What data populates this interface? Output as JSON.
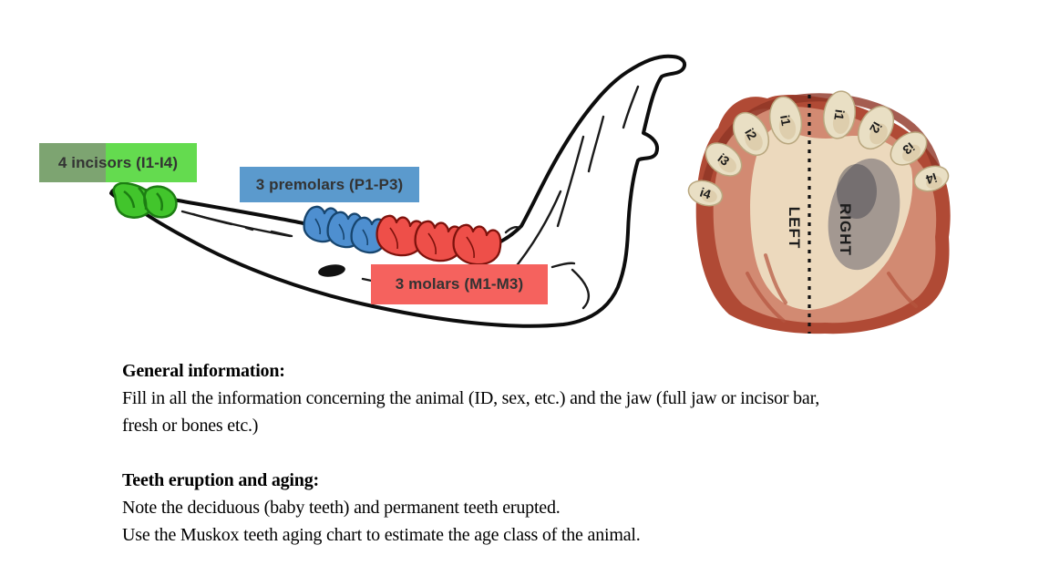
{
  "diagram": {
    "incisors_label": "4 incisors (I1-I4)",
    "premolars_label": "3 premolars (P1-P3)",
    "molars_label": "3 molars (M1-M3)",
    "colors": {
      "incisor_box_dark": "#7da471",
      "incisor_box_bright": "#64db4f",
      "premolar_box": "#5b9acd",
      "molar_box": "#f5625e",
      "incisor_teeth": "#42c52c",
      "incisor_teeth_stroke": "#1c7d12",
      "premolar_teeth": "#4e8fd0",
      "premolar_teeth_stroke": "#17456e",
      "molar_teeth": "#ee4f49",
      "molar_teeth_stroke": "#7e120c",
      "ink": "#111111"
    }
  },
  "photo": {
    "left_label": "LEFT",
    "right_label": "RIGHT",
    "left_teeth": [
      "i1",
      "i2",
      "i3",
      "i4"
    ],
    "right_teeth": [
      "i1",
      "i2",
      "i3",
      "i4"
    ]
  },
  "text": {
    "section1_heading": "General information:",
    "section1_lines": [
      "Fill in all the information concerning the animal (ID, sex, etc.) and the jaw (full jaw or incisor bar,",
      "fresh or bones etc.)"
    ],
    "section2_heading": "Teeth eruption and aging:",
    "section2_lines": [
      "Note the deciduous (baby teeth) and permanent teeth erupted.",
      "Use the Muskox teeth aging chart to estimate the age class of the animal."
    ]
  }
}
